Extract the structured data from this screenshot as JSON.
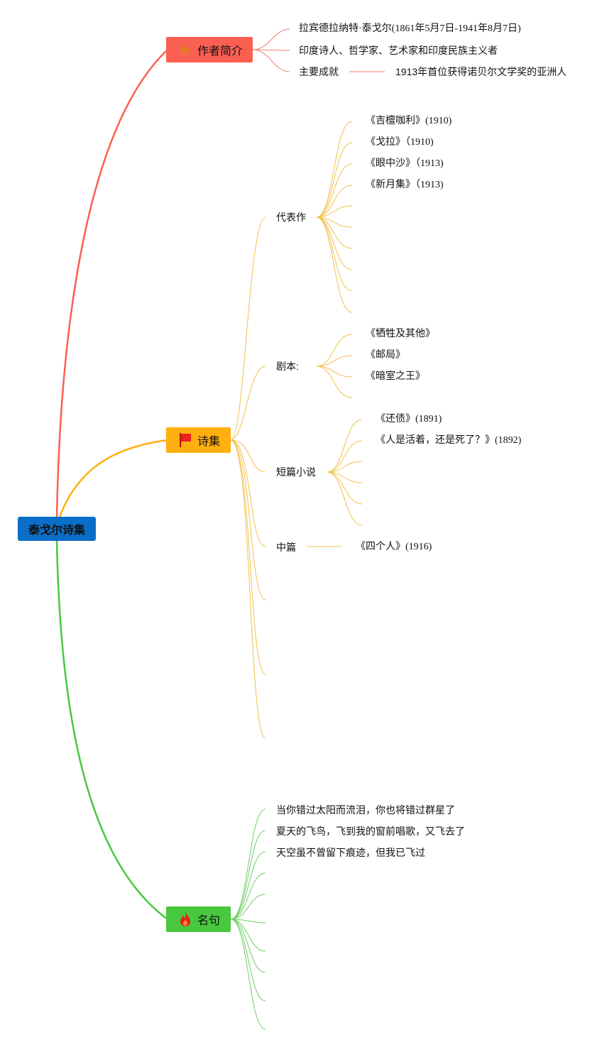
{
  "root": {
    "label": "泰戈尔诗集",
    "color": "#0a6ec8"
  },
  "branches": {
    "author": {
      "label": "作者简介",
      "color": "#fb5f51",
      "icon": "star-icon",
      "items": {
        "name": "拉宾德拉纳特·泰戈尔(1861年5月7日-1941年8月7日)",
        "roles": "印度诗人、哲学家、艺术家和印度民族主义者",
        "achievement": {
          "label": "主要成就",
          "detail": "1913年首位获得诺贝尔文学奖的亚洲人"
        }
      }
    },
    "poems": {
      "label": "诗集",
      "color": "#ffaf0f",
      "icon": "flag-icon",
      "representative": {
        "label": "代表作",
        "works": [
          "《吉檀咖利》(1910)",
          "《戈拉》（1910)",
          "《眼中沙》（1913)",
          "《新月集》（1913)"
        ]
      },
      "plays": {
        "label": "剧本:",
        "works": [
          "《牺牲及其他》",
          "《邮局》",
          "《暗室之王》"
        ]
      },
      "short_stories": {
        "label": "短篇小说",
        "works": [
          "《还债》(1891)",
          "《人是活着，还是死了？》(1892)"
        ]
      },
      "novella": {
        "label": "中篇",
        "work": "《四个人》(1916)"
      }
    },
    "quotes": {
      "label": "名句",
      "color": "#47c83e",
      "icon": "fire-icon",
      "items": [
        "当你错过太阳而流泪，你也将错过群星了",
        "夏天的飞鸟，飞到我的窗前唱歌，又飞去了",
        "天空虽不曾留下痕迹，但我已飞过"
      ]
    }
  },
  "link_colors": {
    "author": "#f07a6e",
    "poems": "#f2c04a",
    "quotes": "#6fce66"
  }
}
